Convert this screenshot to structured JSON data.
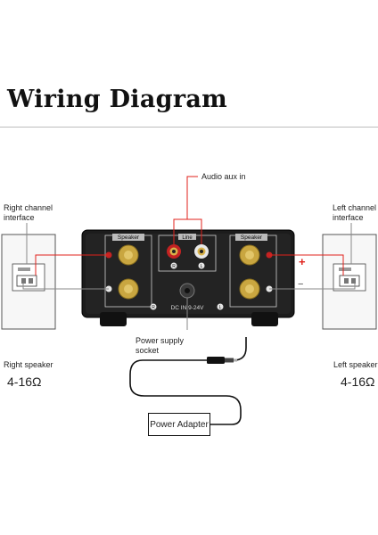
{
  "title": "Wiring Diagram",
  "labels": {
    "audio_aux_in": "Audio aux in",
    "right_channel_interface": [
      "Right channel",
      "interface"
    ],
    "left_channel_interface": [
      "Left channel",
      "interface"
    ],
    "power_supply_socket": [
      "Power supply",
      "socket"
    ],
    "right_speaker": "Right speaker",
    "left_speaker": "Left speaker",
    "right_impedance": "4-16Ω",
    "left_impedance": "4-16Ω",
    "power_adapter": "Power  Adapter",
    "plus_sign": "+",
    "minus_sign": "−"
  },
  "amplifier": {
    "left_panel_label": "Speaker",
    "right_panel_label": "Speaker",
    "line_label": "Line",
    "r_marker": "R",
    "l_marker": "L",
    "dc_label": "DC IN 9-24V"
  },
  "colors": {
    "wire_red": "#e0211b",
    "wire_gray": "#8a8a8a",
    "amp_body": "#1c1c1c",
    "gold": "#c9a640",
    "rca_red": "#c42222"
  }
}
